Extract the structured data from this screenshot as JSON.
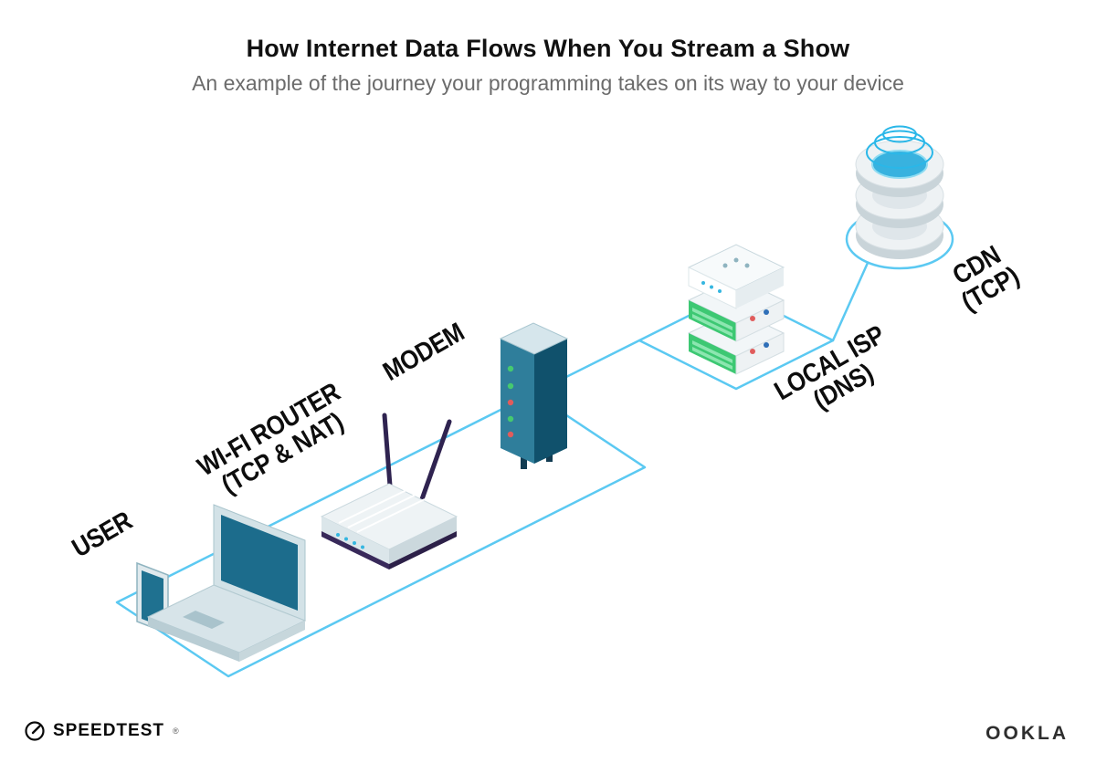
{
  "header": {
    "title": "How Internet Data Flows When You Stream a Show",
    "subtitle": "An example of the journey your programming takes on its way to your device"
  },
  "nodes": {
    "user": {
      "label": "USER"
    },
    "router": {
      "line1": "WI-FI ROUTER",
      "line2": "(TCP & NAT)"
    },
    "modem": {
      "label": "MODEM"
    },
    "isp": {
      "line1": "LOCAL ISP",
      "line2": "(DNS)"
    },
    "cdn": {
      "line1": "CDN",
      "line2": "(TCP)"
    }
  },
  "footer": {
    "speedtest_label": "SPEEDTEST",
    "speedtest_mark": "®",
    "ookla_label": "OOKLA"
  },
  "icons": {
    "speedtest_logo": "gauge-icon"
  },
  "colors": {
    "connection_line": "#5bc9f2",
    "screen_teal": "#1c6c8c",
    "modem_teal_dark": "#10516c",
    "server_green": "#3dc873",
    "cdn_cyan": "#2ab7e8",
    "router_purple": "#2f2350",
    "led_red": "#e05c5c",
    "led_green": "#46c96f",
    "subtitle_gray": "#6b6b6b"
  }
}
